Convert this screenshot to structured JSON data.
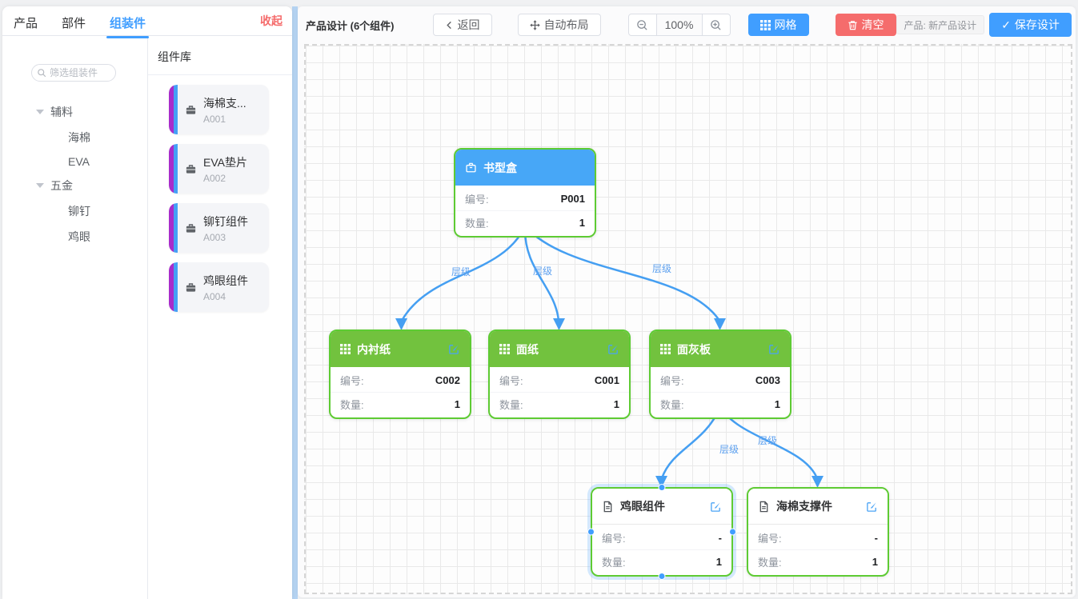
{
  "sidebar": {
    "tabs": [
      {
        "label": "产品",
        "active": false
      },
      {
        "label": "部件",
        "active": false
      },
      {
        "label": "组装件",
        "active": true
      }
    ],
    "collapse_label": "收起",
    "search_placeholder": "筛选组装件",
    "tree": [
      {
        "label": "辅料",
        "children": [
          {
            "label": "海棉"
          },
          {
            "label": "EVA"
          }
        ]
      },
      {
        "label": "五金",
        "children": [
          {
            "label": "铆钉"
          },
          {
            "label": "鸡眼"
          }
        ]
      }
    ],
    "library": {
      "title": "组件库",
      "items": [
        {
          "name": "海棉支...",
          "code": "A001"
        },
        {
          "name": "EVA垫片",
          "code": "A002"
        },
        {
          "name": "铆钉组件",
          "code": "A003"
        },
        {
          "name": "鸡眼组件",
          "code": "A004"
        }
      ]
    }
  },
  "toolbar": {
    "title": "产品设计 (6个组件)",
    "back_label": "返回",
    "auto_layout_label": "自动布局",
    "zoom_level": "100%",
    "grid_label": "网格",
    "clear_label": "清空",
    "product_tag": "产品: 新产品设计",
    "save_label": "保存设计",
    "save_check": "✓"
  },
  "canvas": {
    "edge_label": "层级",
    "labels": {
      "code": "编号:",
      "qty": "数量:"
    },
    "nodes": [
      {
        "title": "书型盒",
        "code": "P001",
        "qty": "1",
        "type": "product"
      },
      {
        "title": "内衬纸",
        "code": "C002",
        "qty": "1",
        "type": "component"
      },
      {
        "title": "面纸",
        "code": "C001",
        "qty": "1",
        "type": "component"
      },
      {
        "title": "面灰板",
        "code": "C003",
        "qty": "1",
        "type": "component"
      },
      {
        "title": "鸡眼组件",
        "code": "-",
        "qty": "1",
        "type": "assembly",
        "selected": true
      },
      {
        "title": "海棉支撑件",
        "code": "-",
        "qty": "1",
        "type": "assembly",
        "selected": false
      }
    ]
  },
  "colors": {
    "primary_blue": "#409eff",
    "danger_red": "#f56c6c",
    "node_border_green": "#5ecb33",
    "node_header_blue": "#47a7f7",
    "node_header_green": "#72c23e",
    "edge_blue": "#459ff2",
    "ribbon_purple": "#a82ccb",
    "ribbon_blue": "#45a0f5"
  }
}
